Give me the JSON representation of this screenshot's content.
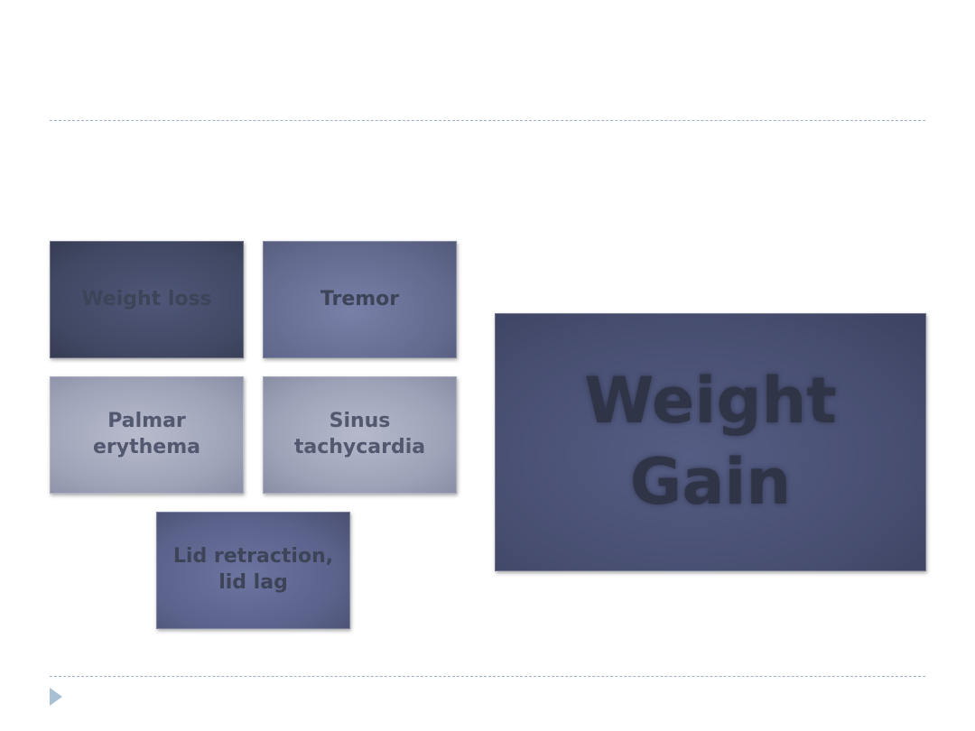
{
  "symptoms": [
    {
      "line1": "Weight loss",
      "line2": ""
    },
    {
      "line1": "Tremor",
      "line2": ""
    },
    {
      "line1": "Palmar",
      "line2": "erythema"
    },
    {
      "line1": "Sinus",
      "line2": "tachycardia"
    },
    {
      "line1": "Lid retraction,",
      "line2": "lid lag"
    }
  ],
  "highlight": {
    "line1": "Weight",
    "line2": "Gain"
  },
  "colors": {
    "box_dark": "#414863",
    "box_mid": "#626a8e",
    "box_light": "#9fa3b8",
    "text": "#3e4458",
    "rule": "#9fb3c6",
    "bullet": "#a9bfd4"
  },
  "icons": {
    "bullet": "triangle-bullet-icon"
  }
}
